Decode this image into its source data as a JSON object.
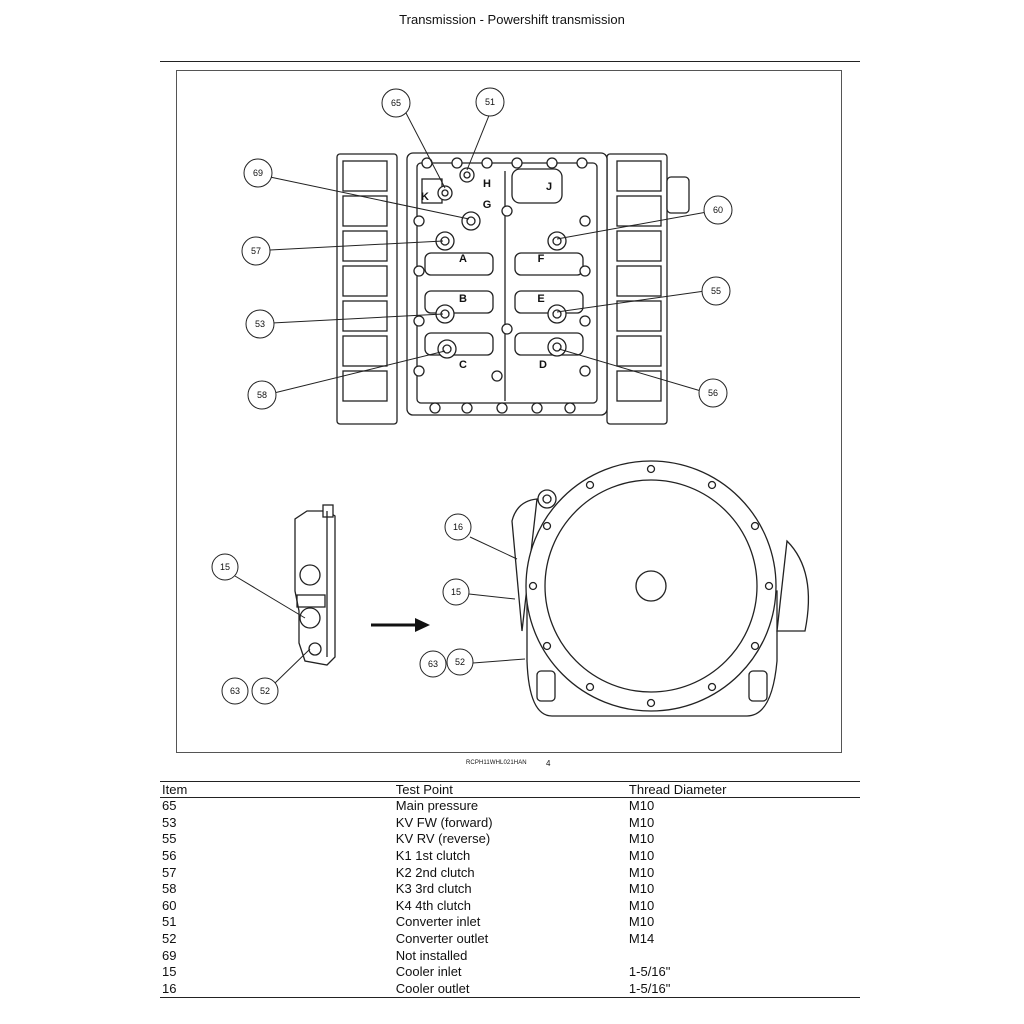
{
  "header": {
    "title": "Transmission - Powershift transmission"
  },
  "figure": {
    "caption": "RCPH11WHL021HAN",
    "number": "4",
    "valve_letters": [
      "K",
      "H",
      "J",
      "G",
      "A",
      "F",
      "B",
      "E",
      "C",
      "D"
    ],
    "callouts": [
      "65",
      "51",
      "69",
      "60",
      "57",
      "55",
      "53",
      "56",
      "58",
      "16",
      "15",
      "15",
      "63",
      "52",
      "63",
      "52"
    ]
  },
  "table": {
    "headers": [
      "Item",
      "Test Point",
      "Thread Diameter"
    ],
    "rows": [
      [
        "65",
        "Main pressure",
        "M10"
      ],
      [
        "53",
        "KV FW (forward)",
        "M10"
      ],
      [
        "55",
        "KV RV (reverse)",
        "M10"
      ],
      [
        "56",
        "K1 1st clutch",
        "M10"
      ],
      [
        "57",
        "K2 2nd clutch",
        "M10"
      ],
      [
        "58",
        "K3 3rd clutch",
        "M10"
      ],
      [
        "60",
        "K4 4th clutch",
        "M10"
      ],
      [
        "51",
        "Converter inlet",
        "M10"
      ],
      [
        "52",
        "Converter outlet",
        "M14"
      ],
      [
        "69",
        "Not installed",
        ""
      ],
      [
        "15",
        "Cooler inlet",
        "1-5/16\""
      ],
      [
        "16",
        "Cooler outlet",
        "1-5/16\""
      ]
    ]
  }
}
